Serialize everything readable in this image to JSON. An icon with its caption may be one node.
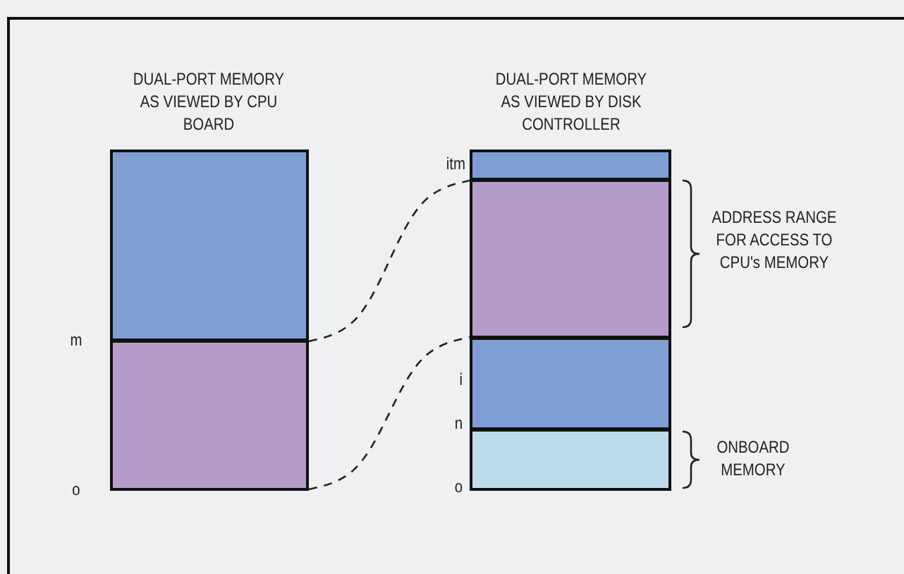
{
  "diagram": {
    "nodes": [
      {
        "text": [],
        "shape": "box"
      },
      {
        "text": [],
        "shape": "box"
      },
      {
        "text": [],
        "shape": "box"
      },
      {
        "text": [],
        "shape": "box"
      },
      {
        "text": [],
        "shape": "box"
      },
      {
        "text": [],
        "shape": "box"
      }
    ],
    "edges": [
      {
        "from": 1,
        "to": 3,
        "arrow": "none",
        "style": "dashed"
      },
      {
        "from": 1,
        "to": 3,
        "arrow": "none",
        "style": "dashed"
      }
    ],
    "labels": [
      "DUAL-PORT MEMORY AS VIEWED BY CPU BOARD",
      "DUAL-PORT MEMORY AS VIEWED BY DISK CONTROLLER",
      "itm",
      "ADDRESS RANGE FOR ACCESS TO CPU's MEMORY",
      "m",
      "i",
      "n",
      "ONBOARD MEMORY",
      "o",
      "o"
    ]
  }
}
